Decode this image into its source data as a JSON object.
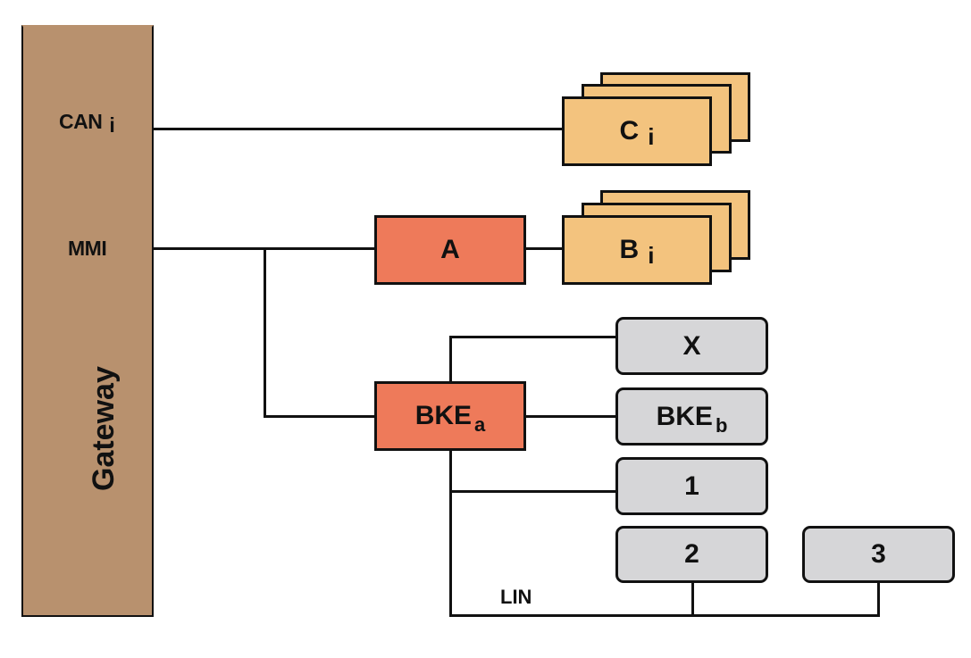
{
  "gateway": {
    "title": "Gateway",
    "ports": {
      "can_label": "CAN",
      "can_sub": "i",
      "mmi_label": "MMI"
    }
  },
  "nodes": {
    "c": {
      "label": "C",
      "sub": "i",
      "stack_count": 3
    },
    "b": {
      "label": "B",
      "sub": "i",
      "stack_count": 3
    },
    "a": {
      "label": "A"
    },
    "bke_a": {
      "label": "BKE",
      "sub": "a"
    },
    "x": {
      "label": "X"
    },
    "bke_b": {
      "label": "BKE",
      "sub": "b"
    },
    "n1": {
      "label": "1"
    },
    "n2": {
      "label": "2"
    },
    "n3": {
      "label": "3"
    }
  },
  "bus": {
    "lin_label": "LIN"
  },
  "colors": {
    "gateway": "#b8916e",
    "stacked_ecu": "#f3c37e",
    "main_ecu": "#ee7a5a",
    "sub_ecu": "#d6d6d8",
    "line": "#111111"
  }
}
